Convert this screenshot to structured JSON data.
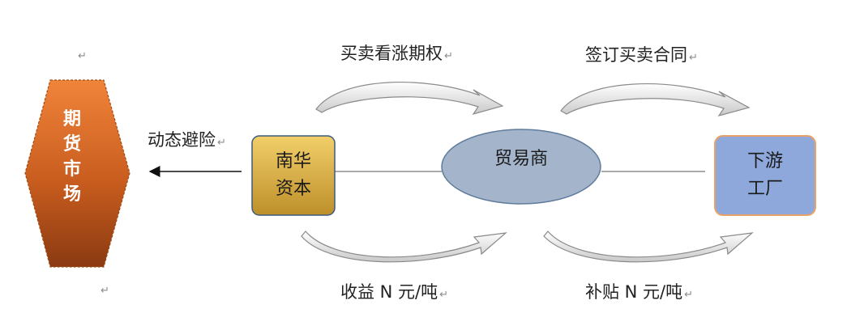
{
  "nodes": {
    "futures_market": {
      "label_chars": [
        "期",
        "货",
        "市",
        "场"
      ],
      "fill_top": "#f0843a",
      "fill_bottom": "#8a3a12"
    },
    "nanhua": {
      "line1": "南华",
      "line2": "资本",
      "fill_top": "#f2cf6a",
      "fill_bottom": "#bd8f2a"
    },
    "trader": {
      "label": "贸易商",
      "fill": "#a4b5cb"
    },
    "factory": {
      "line1": "下游",
      "line2": "工厂",
      "fill": "#8ea8dc",
      "border": "#e8a268"
    }
  },
  "labels": {
    "hedge": "动态避险",
    "options": "买卖看涨期权",
    "contract": "签订买卖合同",
    "income": "收益 N 元/吨",
    "subsidy": "补贴 N 元/吨"
  },
  "paragraph_mark": "↵"
}
